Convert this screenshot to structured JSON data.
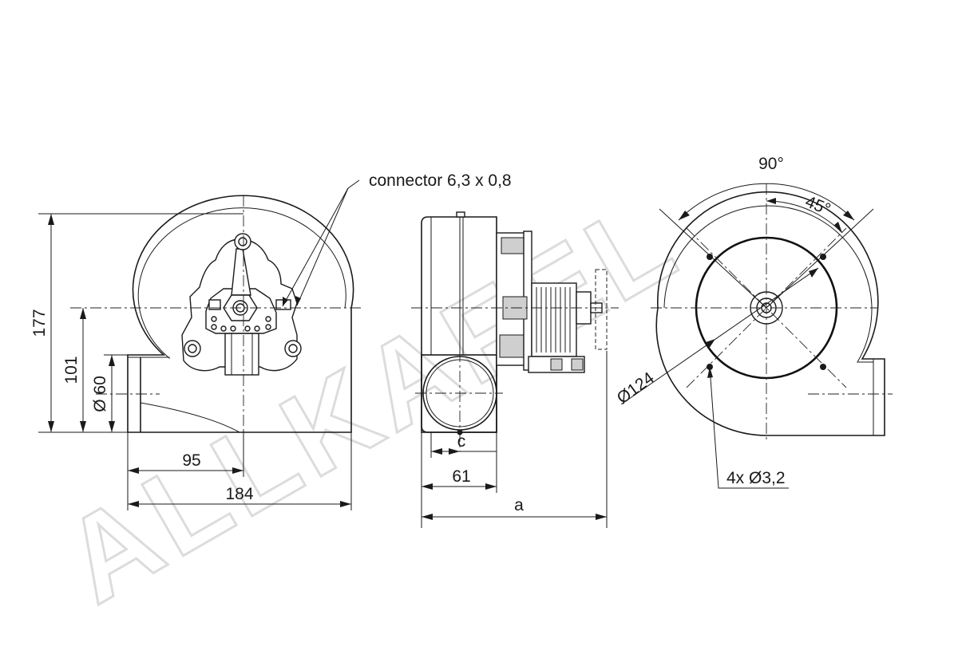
{
  "labels": {
    "connector": "connector 6,3 x 0,8",
    "angle_90": "90°",
    "angle_45": "45°",
    "dim_177": "177",
    "dim_101": "101",
    "dim_d60": "Ø 60",
    "dim_95": "95",
    "dim_184": "184",
    "dim_c": "c",
    "dim_61": "61",
    "dim_a": "a",
    "dim_d124": "Ø124",
    "holes": "4x Ø3,2"
  },
  "watermark": "ALLKAFEL",
  "colors": {
    "line": "#1a1a1a",
    "watermark": "#dcdcdc",
    "background": "#ffffff"
  }
}
